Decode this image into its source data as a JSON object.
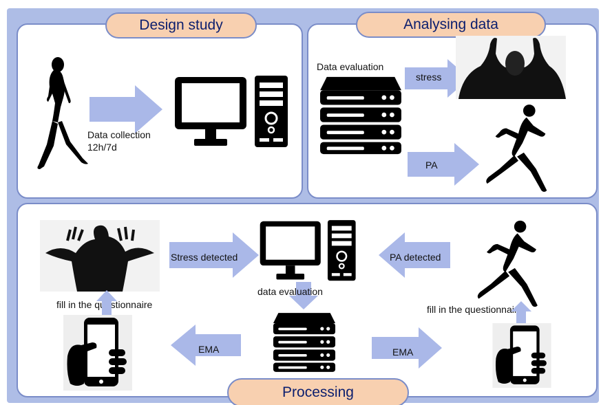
{
  "panels": {
    "design": {
      "title": "Design study",
      "collection_label_line1": "Data collection",
      "collection_label_line2": "12h/7d"
    },
    "analysis": {
      "title": "Analysing data",
      "evaluation_label": "Data evaluation",
      "stress_label": "stress",
      "pa_label": "PA"
    },
    "processing": {
      "title": "Processing",
      "stress_detected_label": "Stress detected",
      "pa_detected_label": "PA detected",
      "data_evaluation_label": "data evaluation",
      "questionnaire_left_label": "fill in the questionnaire",
      "questionnaire_right_label": "fill in the questionnaire",
      "ema_left_label": "EMA",
      "ema_right_label": "EMA"
    }
  },
  "colors": {
    "arrow_fill": "#aab8e8",
    "pill_fill": "#f8d0b0",
    "panel_border": "#7a8cc8",
    "title_text": "#0b1e6e"
  },
  "icons": [
    "walking-woman-icon",
    "computer-icon",
    "server-icon",
    "stressed-person-icon",
    "runner-icon",
    "smartphone-hand-icon"
  ]
}
